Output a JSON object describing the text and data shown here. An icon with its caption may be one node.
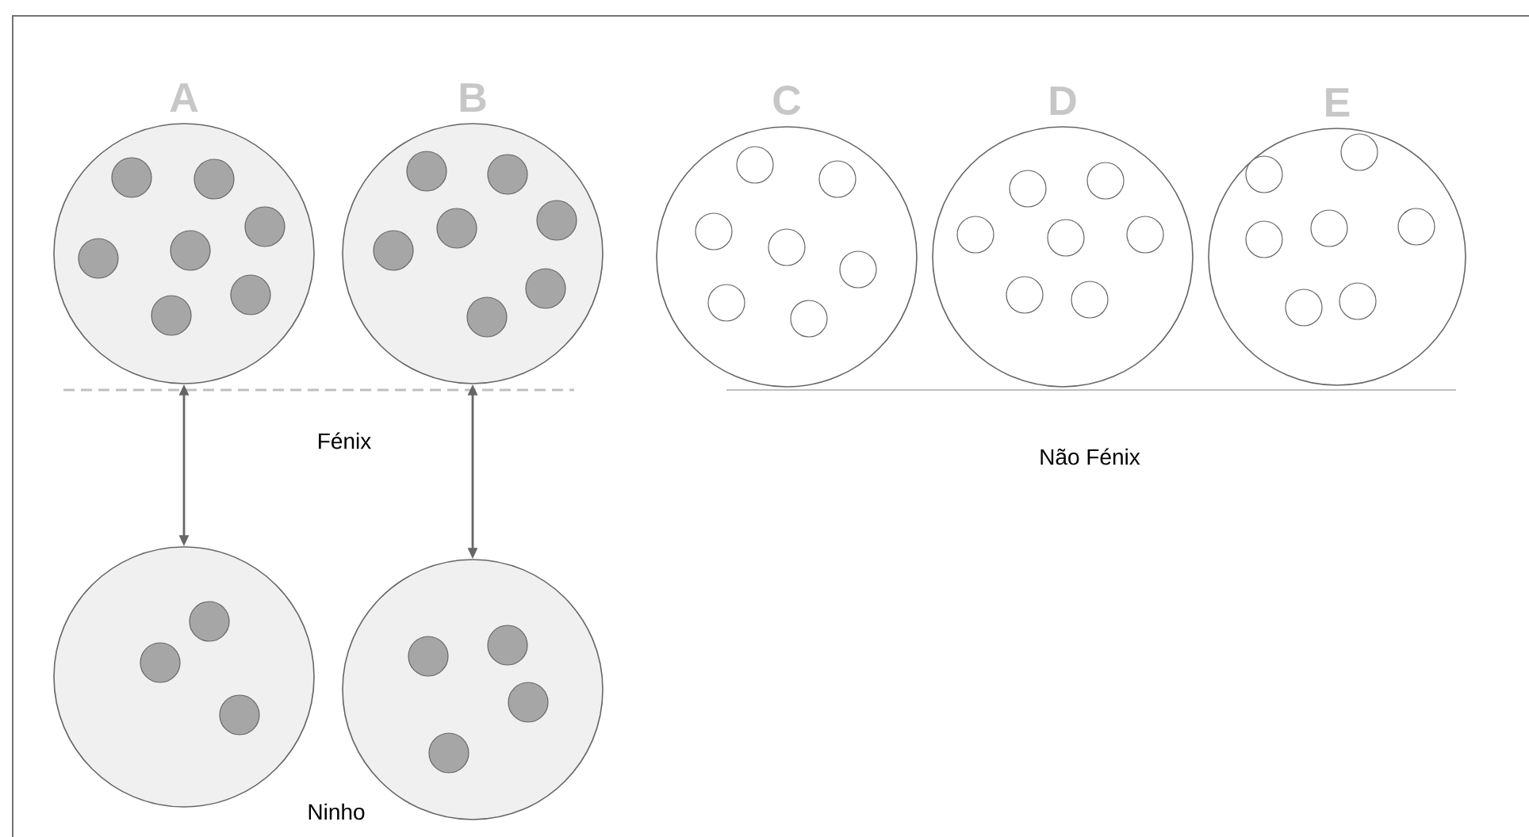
{
  "diagram": {
    "nodes": [
      {
        "text": [
          "A"
        ]
      },
      {
        "text": [
          "B"
        ]
      },
      {
        "text": [
          "C"
        ]
      },
      {
        "text": [
          "D"
        ]
      },
      {
        "text": [
          "E"
        ]
      },
      {
        "text": [],
        "shape": "circle"
      },
      {
        "text": [],
        "shape": "circle"
      }
    ],
    "edges": [
      {
        "from": 0,
        "to": 5,
        "arrow": "both"
      },
      {
        "from": 1,
        "to": 6,
        "arrow": "both"
      }
    ],
    "labels": [
      "Fénix",
      "Não Fénix",
      "Ninho"
    ]
  }
}
